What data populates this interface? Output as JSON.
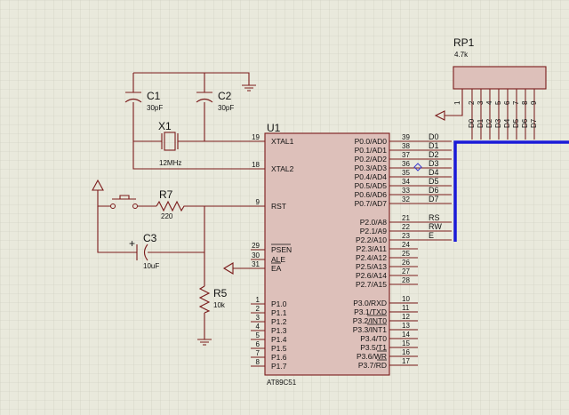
{
  "colors": {
    "background": "#e9e9dc",
    "grid": "#c9c9bc",
    "wire": "#7a1a1a",
    "chip_fill": "#ddc0ba",
    "bus": "#1a1ad8",
    "text": "#111111"
  },
  "u1": {
    "ref": "U1",
    "part": "AT89C51",
    "left_pins": [
      {
        "num": "19",
        "name": "XTAL1"
      },
      {
        "num": "18",
        "name": "XTAL2"
      },
      {
        "num": "9",
        "name": "RST"
      },
      {
        "num": "29",
        "name": "PSEN"
      },
      {
        "num": "30",
        "name": "ALE"
      },
      {
        "num": "31",
        "name": "EA"
      },
      {
        "num": "1",
        "name": "P1.0"
      },
      {
        "num": "2",
        "name": "P1.1"
      },
      {
        "num": "3",
        "name": "P1.2"
      },
      {
        "num": "4",
        "name": "P1.3"
      },
      {
        "num": "5",
        "name": "P1.4"
      },
      {
        "num": "6",
        "name": "P1.5"
      },
      {
        "num": "7",
        "name": "P1.6"
      },
      {
        "num": "8",
        "name": "P1.7"
      }
    ],
    "right_pins": [
      {
        "num": "39",
        "name": "P0.0/AD0",
        "net": "D0"
      },
      {
        "num": "38",
        "name": "P0.1/AD1",
        "net": "D1"
      },
      {
        "num": "37",
        "name": "P0.2/AD2",
        "net": "D2"
      },
      {
        "num": "36",
        "name": "P0.3/AD3",
        "net": "D3"
      },
      {
        "num": "35",
        "name": "P0.4/AD4",
        "net": "D4"
      },
      {
        "num": "34",
        "name": "P0.5/AD5",
        "net": "D5"
      },
      {
        "num": "33",
        "name": "P0.6/AD6",
        "net": "D6"
      },
      {
        "num": "32",
        "name": "P0.7/AD7",
        "net": "D7"
      },
      {
        "num": "21",
        "name": "P2.0/A8",
        "net": "RS"
      },
      {
        "num": "22",
        "name": "P2.1/A9",
        "net": "RW"
      },
      {
        "num": "23",
        "name": "P2.2/A10",
        "net": "E"
      },
      {
        "num": "24",
        "name": "P2.3/A11",
        "net": ""
      },
      {
        "num": "25",
        "name": "P2.4/A12",
        "net": ""
      },
      {
        "num": "26",
        "name": "P2.5/A13",
        "net": ""
      },
      {
        "num": "27",
        "name": "P2.6/A14",
        "net": ""
      },
      {
        "num": "28",
        "name": "P2.7/A15",
        "net": ""
      },
      {
        "num": "10",
        "name": "P3.0/RXD",
        "net": ""
      },
      {
        "num": "11",
        "name": "P3.1/TXD",
        "net": ""
      },
      {
        "num": "12",
        "name": "P3.2/INT0",
        "net": ""
      },
      {
        "num": "13",
        "name": "P3.3/INT1",
        "net": ""
      },
      {
        "num": "14",
        "name": "P3.4/T0",
        "net": ""
      },
      {
        "num": "15",
        "name": "P3.5/T1",
        "net": ""
      },
      {
        "num": "16",
        "name": "P3.6/WR",
        "net": ""
      },
      {
        "num": "17",
        "name": "P3.7/RD",
        "net": ""
      }
    ]
  },
  "rp1": {
    "ref": "RP1",
    "value": "4.7k",
    "common_pin": "1",
    "pins": [
      "2",
      "3",
      "4",
      "5",
      "6",
      "7",
      "8",
      "9"
    ],
    "nets": [
      "D0",
      "D1",
      "D2",
      "D3",
      "D4",
      "D5",
      "D6",
      "D7"
    ]
  },
  "c1": {
    "ref": "C1",
    "value": "30pF"
  },
  "c2": {
    "ref": "C2",
    "value": "30pF"
  },
  "c3": {
    "ref": "C3",
    "value": "10uF",
    "polarity": "+"
  },
  "x1": {
    "ref": "X1",
    "value": "12MHz"
  },
  "r7": {
    "ref": "R7",
    "value": "220"
  },
  "r5": {
    "ref": "R5",
    "value": "10k"
  }
}
